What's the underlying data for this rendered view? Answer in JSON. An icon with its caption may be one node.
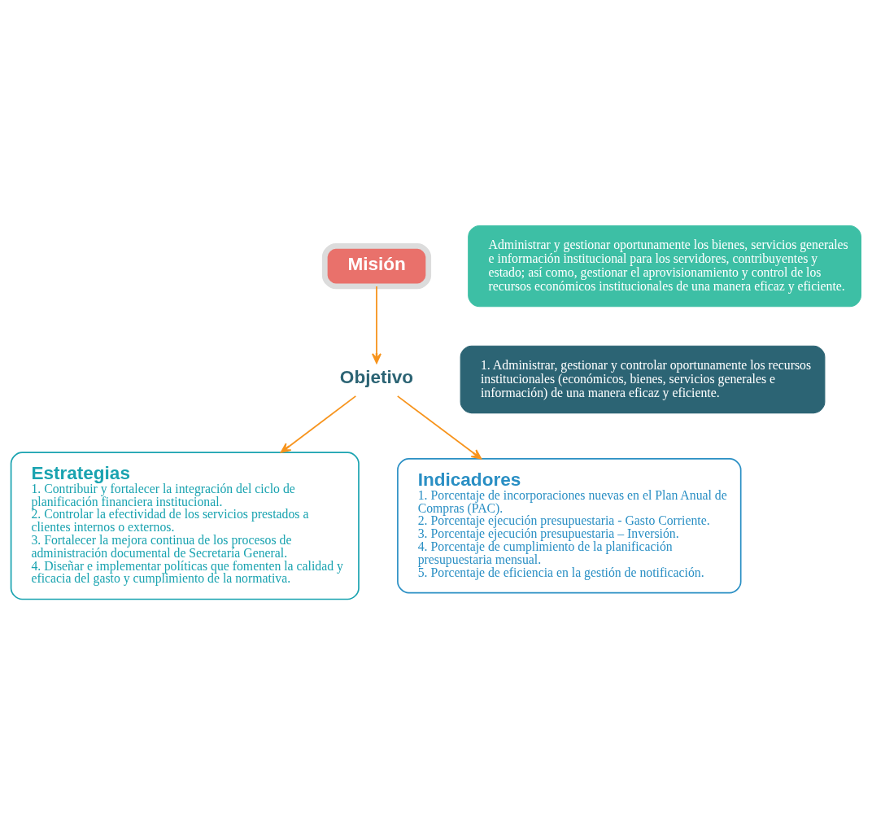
{
  "diagram": {
    "nodes": [
      {
        "text": [
          "Misión"
        ]
      },
      {
        "text": [
          "Administrar y gestionar oportunamente los bienes, servicios generales e información institucional para los servidores, contribuyentes y estado; así como, gestionar el aprovisionamiento y control de los recursos económicos institucionales de una manera eficaz y eficiente."
        ]
      },
      {
        "text": [
          "Objetivo"
        ]
      },
      {
        "text": [
          "1. Administrar, gestionar y controlar oportunamente los recursos institucionales (económicos, bienes, servicios generales e información) de una manera eficaz y eficiente."
        ]
      },
      {
        "text": [
          "Estrategias",
          "1. Contribuir y fortalecer la integración del ciclo de planificación financiera institucional.",
          "2. Controlar la efectividad de los servicios prestados a clientes internos o externos.",
          "3. Fortalecer la mejora continua de los procesos de administración documental de Secretaría General.",
          "4. Diseñar e implementar políticas que fomenten la calidad y eficacia del gasto y cumplimiento de la normativa."
        ]
      },
      {
        "text": [
          "Indicadores",
          "1. Porcentaje de incorporaciones nuevas en el Plan Anual de Compras (PAC).",
          "2. Porcentaje ejecución presupuestaria - Gasto Corriente.",
          "3. Porcentaje ejecución presupuestaria – Inversión.",
          "4. Porcentaje de cumplimiento de la planificación presupuestaria mensual.",
          "5. Porcentaje de eficiencia en la gestión de notificación."
        ]
      }
    ],
    "edges": [
      {
        "from": 0,
        "to": 2,
        "arrow": "to"
      },
      {
        "from": 2,
        "to": 4,
        "arrow": "to"
      },
      {
        "from": 2,
        "to": 5,
        "arrow": "to"
      }
    ]
  }
}
